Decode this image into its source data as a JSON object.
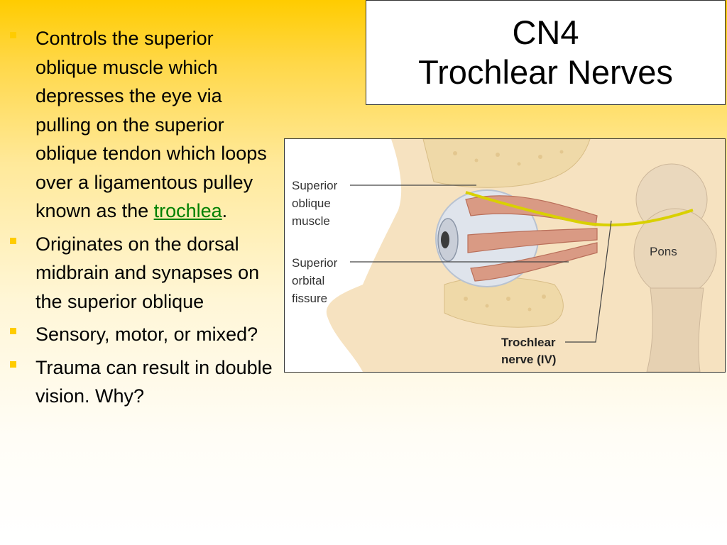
{
  "title": {
    "line1": "CN4",
    "line2": "Trochlear Nerves"
  },
  "bullets": [
    {
      "text_before": "Controls the superior oblique muscle which depresses the eye via pulling on the superior oblique tendon which loops over a ligamentous pulley known as the ",
      "link": "trochlea",
      "text_after": "."
    },
    {
      "text": "Originates on the dorsal midbrain and synapses on the superior oblique"
    },
    {
      "text": "Sensory, motor, or mixed?"
    },
    {
      "text": "Trauma can result in double vision.  Why?"
    }
  ],
  "figure": {
    "labels": {
      "superior_oblique": [
        "Superior",
        "oblique",
        "muscle"
      ],
      "superior_orbital_fissure": [
        "Superior",
        "orbital",
        "fissure"
      ],
      "pons": "Pons",
      "trochlear_nerve": [
        "Trochlear",
        "nerve (IV)"
      ]
    }
  },
  "colors": {
    "bullet": "#ffcc00",
    "link": "#008000",
    "background_top": "#ffcc00"
  }
}
